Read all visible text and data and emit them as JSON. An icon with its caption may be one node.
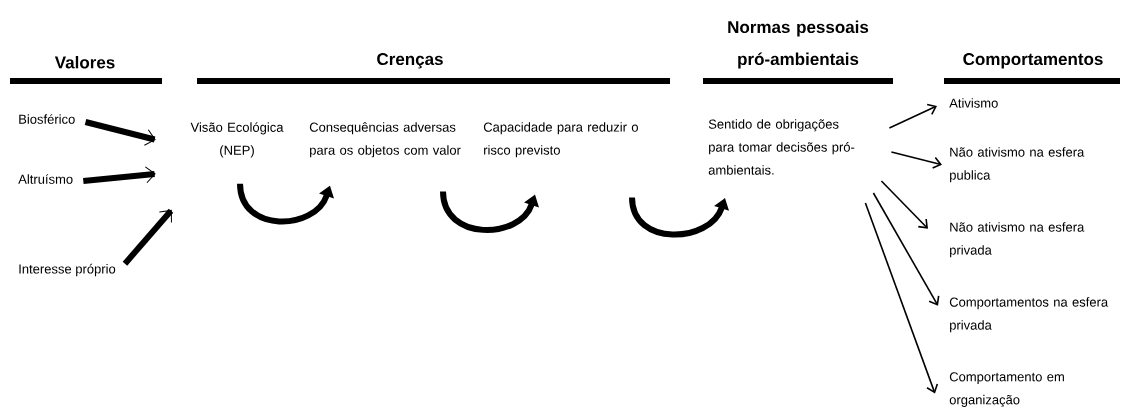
{
  "diagram": {
    "nodes": [
      {
        "text": [
          "Biosférico"
        ]
      },
      {
        "text": [
          "Altruísmo"
        ]
      },
      {
        "text": [
          "Interesse próprio"
        ]
      },
      {
        "text": [
          "Visão Ecológica (NEP)"
        ]
      },
      {
        "text": [
          "Consequências adversas para os objetos com valor"
        ]
      },
      {
        "text": [
          "Capacidade para reduzir o risco previsto"
        ]
      },
      {
        "text": [
          "Sentido de obrigações para tomar decisões pró-ambientais."
        ]
      },
      {
        "text": [
          "Ativismo"
        ]
      },
      {
        "text": [
          "Não ativismo na esfera publica"
        ]
      },
      {
        "text": [
          "Não ativismo na esfera privada"
        ]
      },
      {
        "text": [
          "Comportamentos na esfera privada"
        ]
      },
      {
        "text": [
          "Comportamento em organização"
        ]
      }
    ],
    "edges": [
      {
        "from": 0,
        "to": 3,
        "arrow": "to"
      },
      {
        "from": 1,
        "to": 3,
        "arrow": "to"
      },
      {
        "from": 2,
        "to": 3,
        "arrow": "to"
      },
      {
        "from": 3,
        "to": 4,
        "arrow": "to"
      },
      {
        "from": 4,
        "to": 5,
        "arrow": "to"
      },
      {
        "from": 5,
        "to": 6,
        "arrow": "to"
      },
      {
        "from": 6,
        "to": 7,
        "arrow": "to"
      },
      {
        "from": 6,
        "to": 8,
        "arrow": "to"
      },
      {
        "from": 6,
        "to": 9,
        "arrow": "to"
      },
      {
        "from": 6,
        "to": 10,
        "arrow": "to"
      },
      {
        "from": 6,
        "to": 11,
        "arrow": "to"
      }
    ],
    "labels": [
      "Valores",
      "Crenças",
      "Normas pessoais pró-ambientais",
      "Comportamentos"
    ]
  }
}
